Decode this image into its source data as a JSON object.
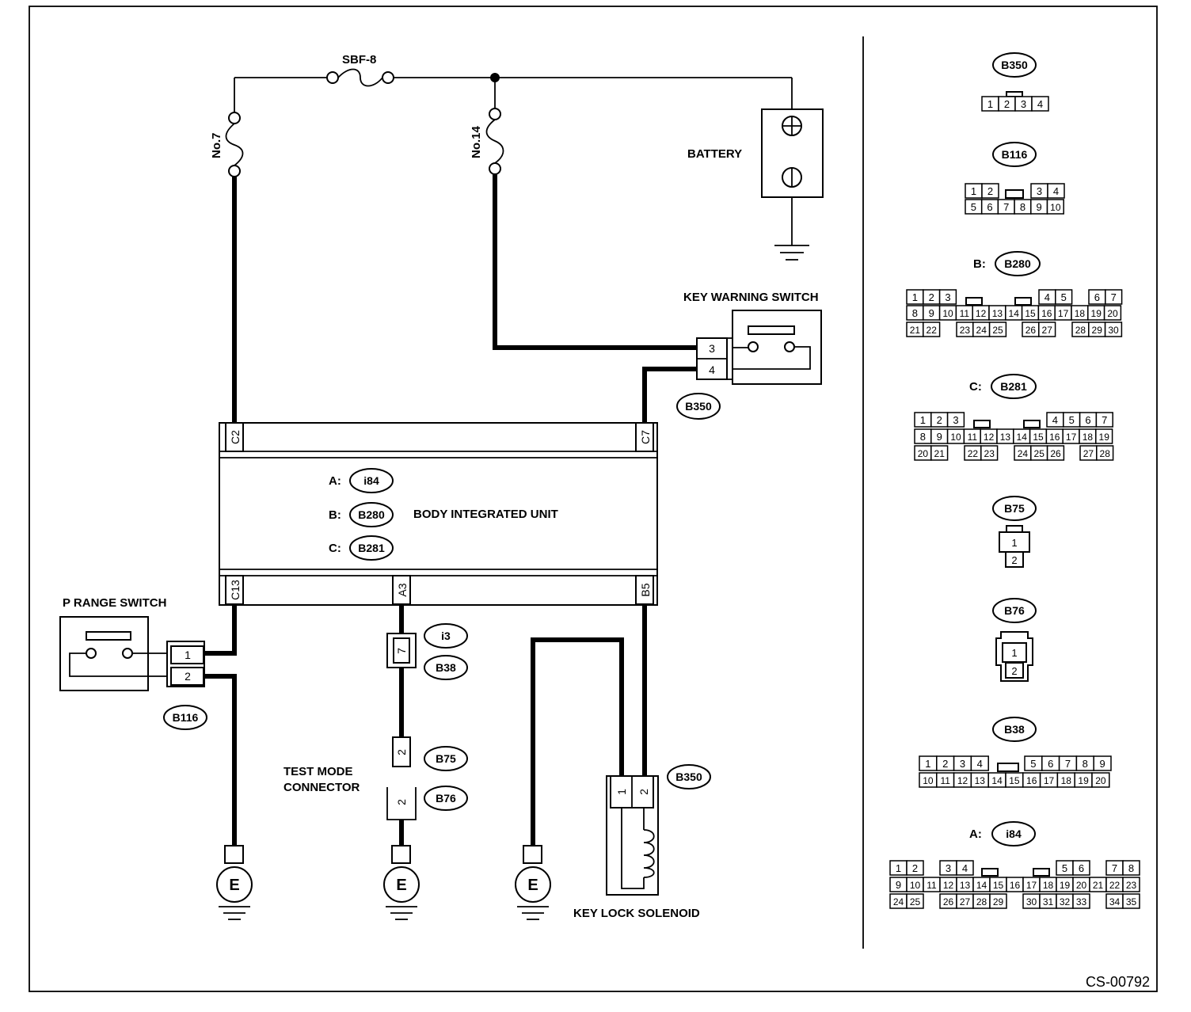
{
  "fuses": {
    "sbf": "SBF-8",
    "no7": "No.7",
    "no14": "No.14"
  },
  "battery": {
    "label": "BATTERY",
    "plus": "⊕",
    "minus": "⊖"
  },
  "key_warning_switch": {
    "title": "KEY WARNING SWITCH",
    "pin_top": "3",
    "pin_bottom": "4",
    "connector": "B350"
  },
  "biu": {
    "title": "BODY INTEGRATED UNIT",
    "terminals": {
      "c2": "C2",
      "c7": "C7",
      "c13": "C13",
      "a3": "A3",
      "b5": "B5"
    },
    "connectors": [
      {
        "prefix": "A:",
        "name": "i84"
      },
      {
        "prefix": "B:",
        "name": "B280"
      },
      {
        "prefix": "C:",
        "name": "B281"
      }
    ]
  },
  "p_range_switch": {
    "title": "P RANGE SWITCH",
    "pin1": "1",
    "pin2": "2",
    "connector": "B116"
  },
  "test_mode": {
    "title_line1": "TEST MODE",
    "title_line2": "CONNECTOR",
    "i3_pin": "7",
    "i3": "i3",
    "b38": "B38",
    "b75_pin": "2",
    "b75": "B75",
    "b76_pin": "2",
    "b76": "B76"
  },
  "key_lock_solenoid": {
    "title": "KEY LOCK SOLENOID",
    "pin1": "1",
    "pin2": "2",
    "connector": "B350"
  },
  "ground_label": "E",
  "connector_views": {
    "b350": {
      "name": "B350",
      "pins": [
        "1",
        "2",
        "3",
        "4"
      ]
    },
    "b116": {
      "name": "B116",
      "row1_left": [
        "1",
        "2"
      ],
      "row1_right": [
        "3",
        "4"
      ],
      "row2": [
        "5",
        "6",
        "7",
        "8",
        "9",
        "10"
      ]
    },
    "b280": {
      "prefix": "B:",
      "name": "B280",
      "row1_a": [
        "1",
        "2",
        "3"
      ],
      "row1_b": [
        "4",
        "5"
      ],
      "row1_c": [
        "6",
        "7"
      ],
      "row2": [
        "8",
        "9",
        "10",
        "11",
        "12",
        "13",
        "14",
        "15",
        "16",
        "17",
        "18",
        "19",
        "20"
      ],
      "row3_a": [
        "21",
        "22"
      ],
      "row3_b": [
        "23",
        "24",
        "25"
      ],
      "row3_c": [
        "26",
        "27"
      ],
      "row3_d": [
        "28",
        "29",
        "30"
      ]
    },
    "b281": {
      "prefix": "C:",
      "name": "B281",
      "row1_a": [
        "1",
        "2",
        "3"
      ],
      "row1_b": [
        "4",
        "5",
        "6",
        "7"
      ],
      "row2": [
        "8",
        "9",
        "10",
        "11",
        "12",
        "13",
        "14",
        "15",
        "16",
        "17",
        "18",
        "19"
      ],
      "row3_a": [
        "20",
        "21"
      ],
      "row3_b": [
        "22",
        "23"
      ],
      "row3_c": [
        "24",
        "25",
        "26"
      ],
      "row3_d": [
        "27",
        "28"
      ]
    },
    "b75": {
      "name": "B75",
      "pins": [
        "1",
        "2"
      ]
    },
    "b76": {
      "name": "B76",
      "pins": [
        "1",
        "2"
      ]
    },
    "b38": {
      "name": "B38",
      "row1_a": [
        "1",
        "2",
        "3",
        "4"
      ],
      "row1_b": [
        "5",
        "6",
        "7",
        "8",
        "9"
      ],
      "row2": [
        "10",
        "11",
        "12",
        "13",
        "14",
        "15",
        "16",
        "17",
        "18",
        "19",
        "20"
      ]
    },
    "i84": {
      "prefix": "A:",
      "name": "i84",
      "row1_a": [
        "1",
        "2"
      ],
      "row1_b": [
        "3",
        "4"
      ],
      "row1_c": [
        "5",
        "6"
      ],
      "row1_d": [
        "7",
        "8"
      ],
      "row2": [
        "9",
        "10",
        "11",
        "12",
        "13",
        "14",
        "15",
        "16",
        "17",
        "18",
        "19",
        "20",
        "21",
        "22",
        "23"
      ],
      "row3_a": [
        "24",
        "25"
      ],
      "row3_b": [
        "26",
        "27",
        "28",
        "29"
      ],
      "row3_c": [
        "30",
        "31",
        "32",
        "33"
      ],
      "row3_d": [
        "34",
        "35"
      ]
    }
  },
  "figure_code": "CS-00792"
}
